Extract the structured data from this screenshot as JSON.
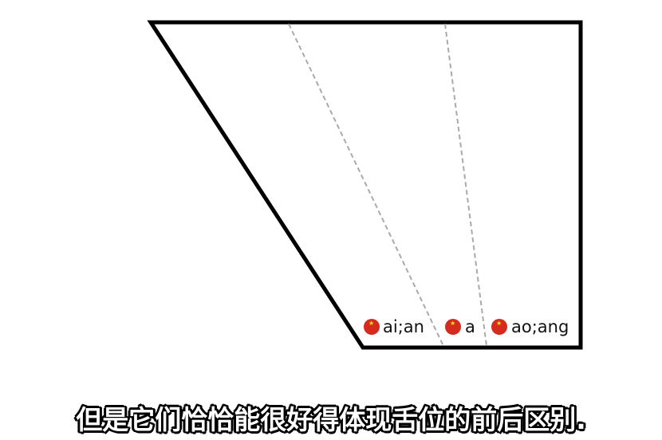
{
  "diagram": {
    "labels": [
      {
        "text": "ai;an",
        "marker_color": "#d52b1e",
        "marker_star_color": "#ffde00"
      },
      {
        "text": "a",
        "marker_color": "#d52b1e",
        "marker_star_color": "#ffde00"
      },
      {
        "text": "ao;ang",
        "marker_color": "#d52b1e",
        "marker_star_color": "#ffde00"
      }
    ],
    "outline_color": "#000000",
    "divider_color": "#aaaaaa"
  },
  "subtitle": "但是它们恰恰能很好得体现舌位的前后区别."
}
